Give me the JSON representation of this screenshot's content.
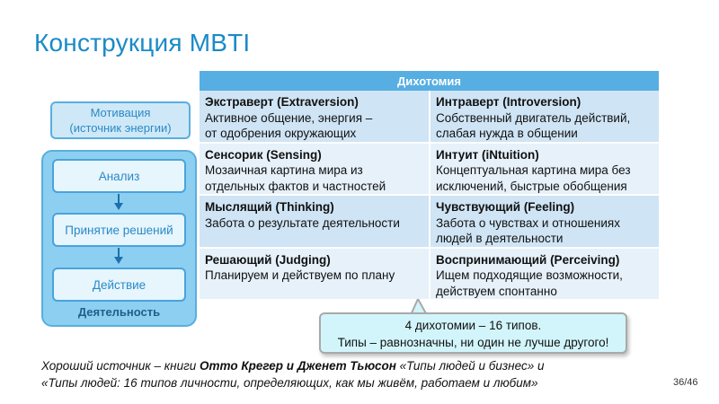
{
  "slide": {
    "title": "Конструкция MBTI",
    "page_number": "36/46"
  },
  "diagram": {
    "motivation_line1": "Мотивация",
    "motivation_line2": "(источник энергии)",
    "steps": [
      "Анализ",
      "Принятие решений",
      "Действие"
    ],
    "activity_label": "Деятельность",
    "colors": {
      "box_fill": "#8ccff0",
      "border": "#5aaedf",
      "text": "#2a8ac6"
    }
  },
  "table": {
    "header": "Дихотомия",
    "rows": [
      [
        {
          "title": "Экстраверт (Extraversion)",
          "line1": "Активное общение, энергия –",
          "line2": "от одобрения окружающих"
        },
        {
          "title": "Интраверт (Introversion)",
          "line1": "Собственный двигатель действий,",
          "line2": "слабая нужда в общении"
        }
      ],
      [
        {
          "title": "Сенсорик (Sensing)",
          "line1": "Мозаичная картина мира из",
          "line2": "отдельных фактов и частностей"
        },
        {
          "title": "Интуит (iNtuition)",
          "line1": "Концептуальная картина мира без",
          "line2": "исключений, быстрые обобщения"
        }
      ],
      [
        {
          "title": "Мыслящий (Thinking)",
          "line1": "Забота о результате деятельности",
          "line2": ""
        },
        {
          "title": "Чувствующий (Feeling)",
          "line1": "Забота о чувствах и отношениях",
          "line2": "людей в деятельности"
        }
      ],
      [
        {
          "title": "Решающий (Judging)",
          "line1": "Планируем и действуем по плану",
          "line2": ""
        },
        {
          "title": "Воспринимающий (Perceiving)",
          "line1": "Ищем подходящие возможности,",
          "line2": "действуем спонтанно"
        }
      ]
    ],
    "colors": {
      "header": "#56aee2",
      "row_dark": "#cfe4f4",
      "row_light": "#e6f1fa"
    }
  },
  "callout": {
    "line1": "4 дихотомии – 16 типов.",
    "line2": "Типы – равнозначны, ни один не лучше другого!"
  },
  "source": {
    "prefix": "Хороший источник – книги ",
    "authors": "Отто Крегер и Дженет Тьюсон",
    "book1": " «Типы людей и бизнес» и",
    "book2": "«Типы людей: 16 типов личности, определяющих, как мы живём, работаем и любим»"
  }
}
